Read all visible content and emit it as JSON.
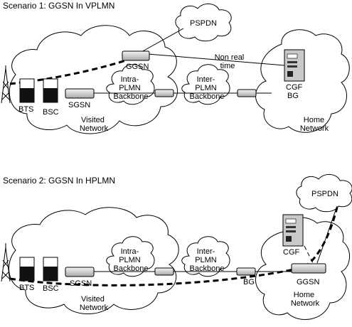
{
  "scenario1": {
    "title": "Scenario 1: GGSN In VPLMN",
    "pspdn": "PSPDN",
    "ggsn": "GGSN",
    "non_real_time": [
      "Non real",
      "time"
    ],
    "cgf": "CGF",
    "bg": "BG",
    "bts": "BTS",
    "bsc": "BSC",
    "sgsn": "SGSN",
    "intra_plmn": [
      "Intra-",
      "PLMN",
      "Backbone"
    ],
    "inter_plmn": [
      "Inter-",
      "PLMN",
      "Backbone"
    ],
    "visited_network": [
      "Visited",
      "Network"
    ],
    "home_network": [
      "Home",
      "Network"
    ]
  },
  "scenario2": {
    "title": "Scenario 2: GGSN In HPLMN",
    "pspdn": "PSPDN",
    "cgf": "CGF",
    "ggsn": "GGSN",
    "bg": "BG",
    "bts": "BTS",
    "bsc": "BSC",
    "sgsn": "SGSN",
    "intra_plmn": [
      "Intra-",
      "PLMN",
      "Backbone"
    ],
    "inter_plmn": [
      "Inter-",
      "PLMN",
      "Backbone"
    ],
    "visited_network": [
      "Visited",
      "Network"
    ],
    "home_network": [
      "Home",
      "Network"
    ]
  }
}
